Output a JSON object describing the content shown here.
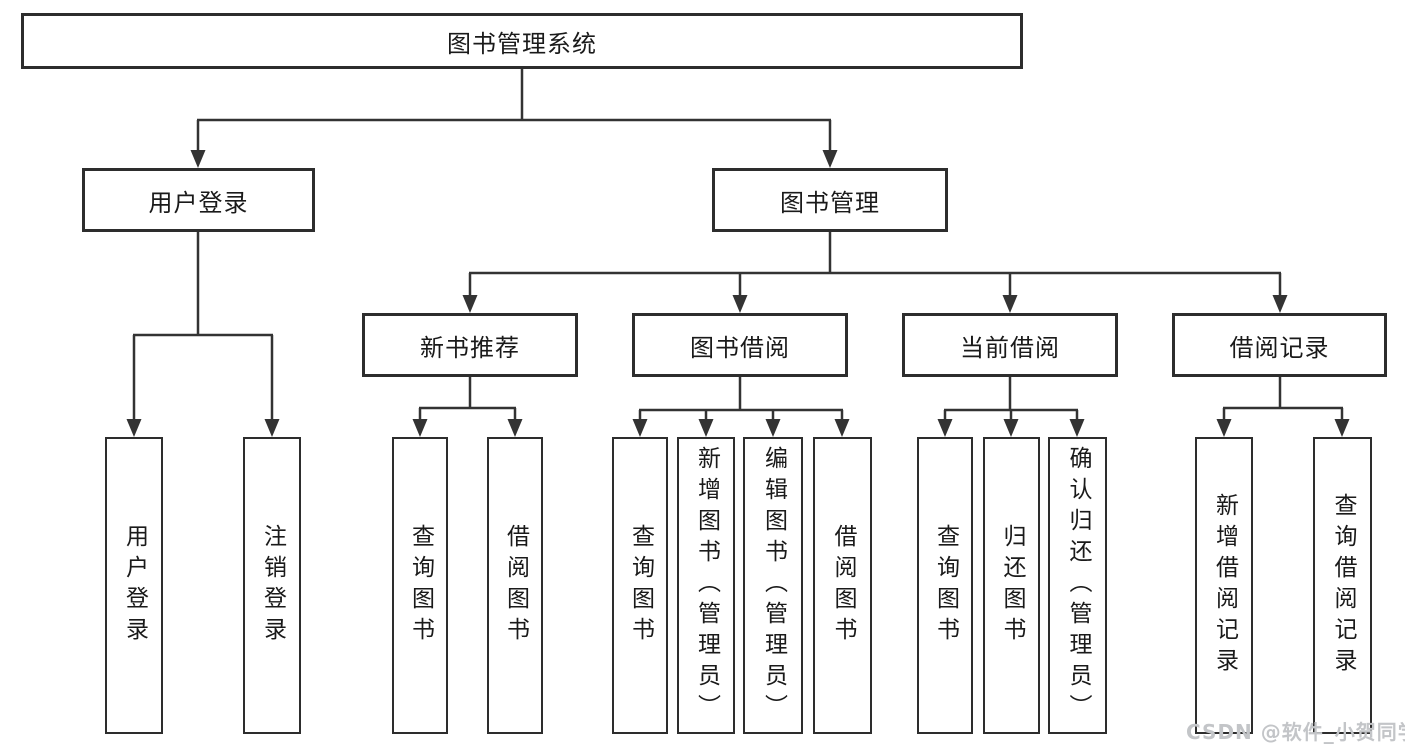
{
  "diagram": {
    "root": {
      "label": "图书管理系统"
    },
    "branches": [
      {
        "label": "用户登录",
        "children": [
          {
            "label": "用户登录"
          },
          {
            "label": "注销登录"
          }
        ]
      },
      {
        "label": "图书管理",
        "children": [
          {
            "label": "新书推荐",
            "children": [
              {
                "label": "查询图书"
              },
              {
                "label": "借阅图书"
              }
            ]
          },
          {
            "label": "图书借阅",
            "children": [
              {
                "label": "查询图书"
              },
              {
                "label": "新增图书（管理员）"
              },
              {
                "label": "编辑图书（管理员）"
              },
              {
                "label": "借阅图书"
              }
            ]
          },
          {
            "label": "当前借阅",
            "children": [
              {
                "label": "查询图书"
              },
              {
                "label": "归还图书"
              },
              {
                "label": "确认归还（管理员）"
              }
            ]
          },
          {
            "label": "借阅记录",
            "children": [
              {
                "label": "新增借阅记录"
              },
              {
                "label": "查询借阅记录"
              }
            ]
          }
        ]
      }
    ]
  },
  "watermark": {
    "text": "CSDN @软件_小贺同学"
  },
  "colors": {
    "line": "#333333",
    "box_border": "#2d2d2d",
    "text": "#1a1a1a",
    "watermark": "#c3c5c8",
    "background": "#ffffff"
  }
}
